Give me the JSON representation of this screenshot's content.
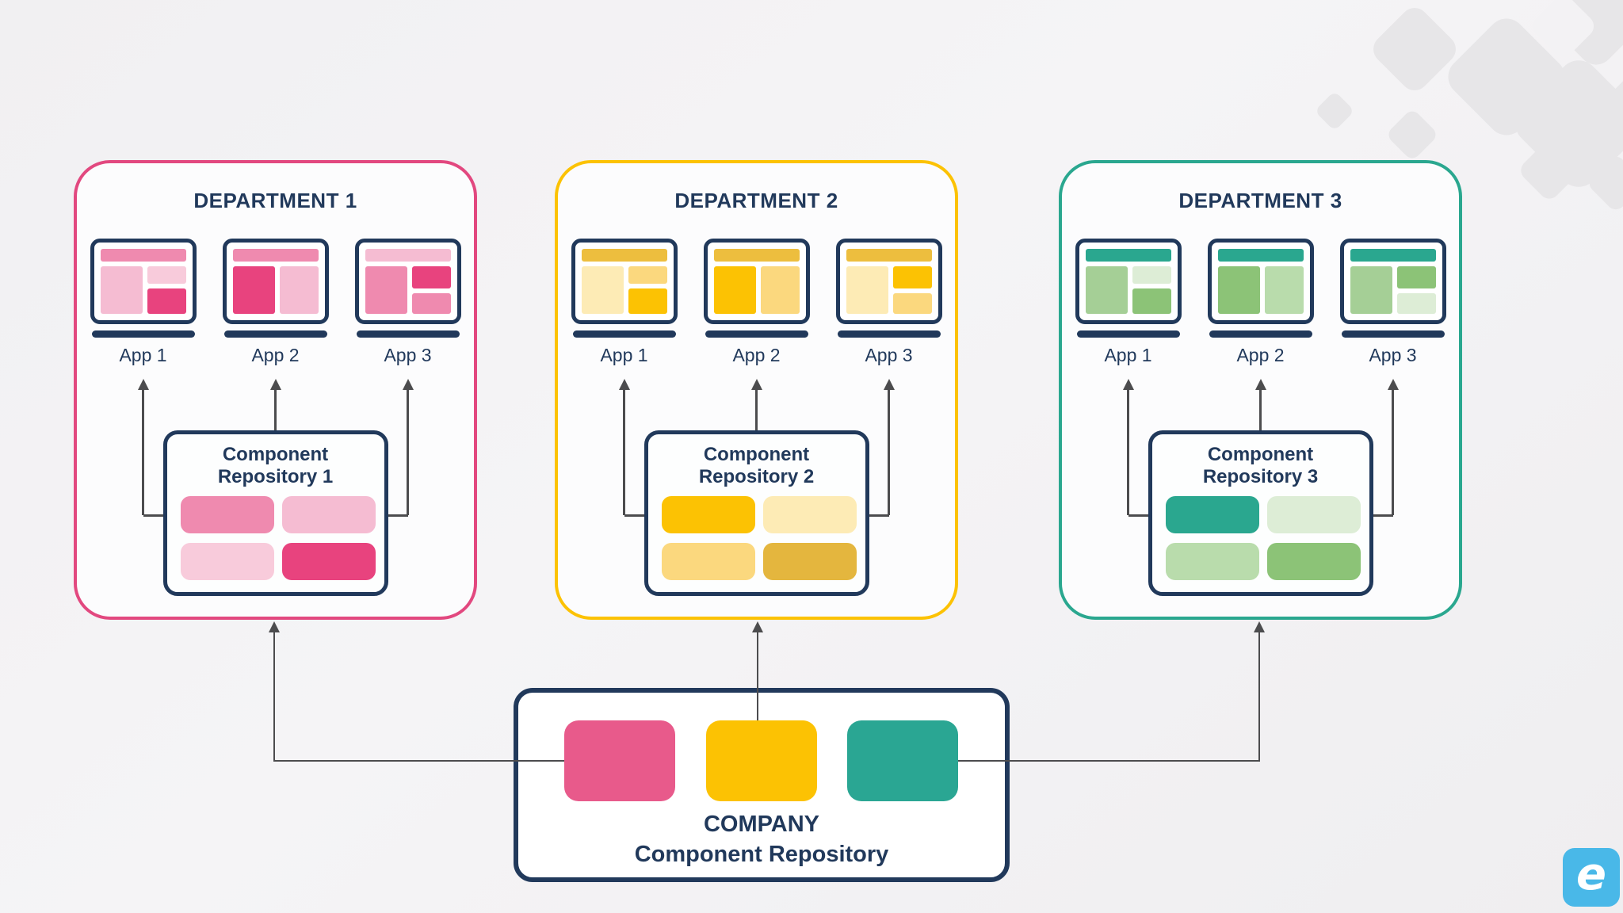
{
  "page": {
    "background": "#F1F0F2",
    "panel": "#FCFCFD",
    "navy": "#21395B",
    "line": "#4C4C4E",
    "diamond": "#E7E6E8"
  },
  "departments": [
    {
      "title": "DEPARTMENT 1",
      "palette": {
        "border": "#E2487F",
        "strong": "#E8437E",
        "medium": "#EF8AAF",
        "light": "#F5BCD2",
        "xlight": "#F8CBDB",
        "mid2": "#EF8AAF",
        "ochre": "#E8437E"
      },
      "apps": [
        {
          "label": "App 1",
          "blocks": {
            "bar": "medium",
            "left": "light",
            "rtop": "xlight",
            "rbot": "strong"
          }
        },
        {
          "label": "App 2",
          "blocks": {
            "bar": "medium",
            "left": "strong",
            "right": "light"
          }
        },
        {
          "label": "App 3",
          "blocks": {
            "bar": "light",
            "left": "medium",
            "rtop": "strong",
            "rbot": "medium"
          }
        }
      ],
      "repository": {
        "title_line1": "Component",
        "title_line2": "Repository 1",
        "chips": [
          "medium",
          "light",
          "xlight",
          "strong"
        ]
      }
    },
    {
      "title": "DEPARTMENT 2",
      "palette": {
        "border": "#FCC203",
        "strong": "#FCC203",
        "medium": "#EDBE3E",
        "light": "#FBD87E",
        "xlight": "#FDEBB5",
        "mid2": "#E4B63E",
        "ochre": "#E4B63E"
      },
      "apps": [
        {
          "label": "App 1",
          "blocks": {
            "bar": "medium",
            "left": "xlight",
            "rtop": "light",
            "rbot": "strong"
          }
        },
        {
          "label": "App 2",
          "blocks": {
            "bar": "medium",
            "left": "strong",
            "right": "light"
          }
        },
        {
          "label": "App 3",
          "blocks": {
            "bar": "medium",
            "left": "xlight",
            "rtop": "strong",
            "rbot": "light"
          }
        }
      ],
      "repository": {
        "title_line1": "Component",
        "title_line2": "Repository 2",
        "chips": [
          "strong",
          "xlight",
          "light",
          "ochre"
        ]
      }
    },
    {
      "title": "DEPARTMENT 3",
      "palette": {
        "border": "#2AA78F",
        "strong": "#2AA78F",
        "medium": "#A5CF96",
        "light": "#B9DCAC",
        "xlight": "#DDEDD6",
        "mid2": "#8CC377",
        "ochre": "#8CC377"
      },
      "apps": [
        {
          "label": "App 1",
          "blocks": {
            "bar": "strong",
            "left": "medium",
            "rtop": "xlight",
            "rbot": "mid2"
          }
        },
        {
          "label": "App 2",
          "blocks": {
            "bar": "strong",
            "left": "mid2",
            "right": "light"
          }
        },
        {
          "label": "App 3",
          "blocks": {
            "bar": "strong",
            "left": "medium",
            "rtop": "mid2",
            "rbot": "xlight"
          }
        }
      ],
      "repository": {
        "title_line1": "Component",
        "title_line2": "Repository 3",
        "chips": [
          "strong",
          "xlight",
          "light",
          "mid2"
        ]
      }
    }
  ],
  "company": {
    "line1": "COMPANY",
    "line2": "Component Repository",
    "palette": {
      "pink": "#E85A8B",
      "gold": "#FCC203",
      "teal": "#2AA693"
    }
  },
  "logo": {
    "letter": "e",
    "color": "#49B8E8"
  }
}
